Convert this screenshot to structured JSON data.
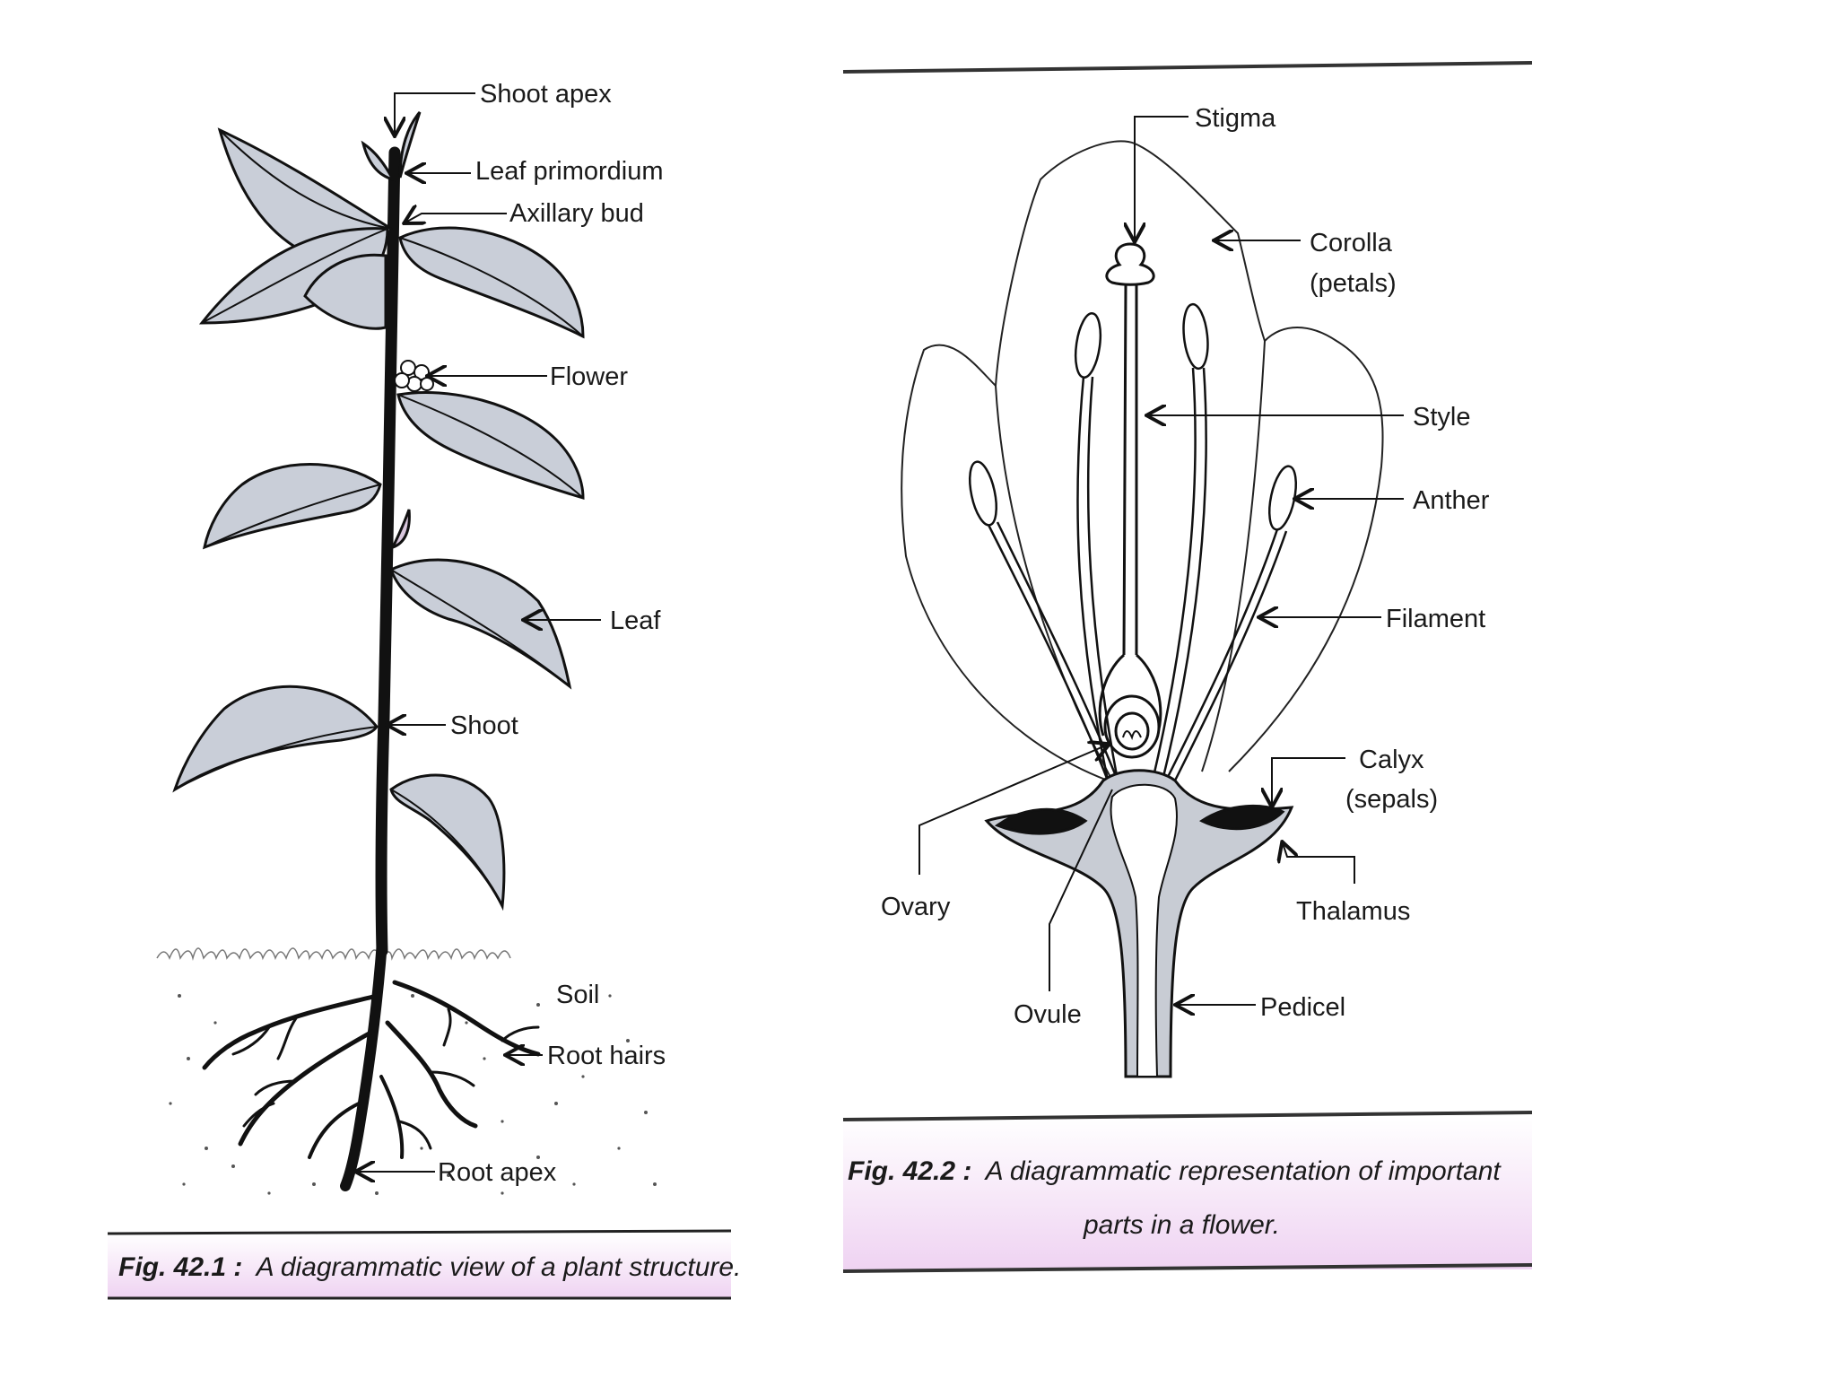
{
  "figures": {
    "plant": {
      "labels": {
        "shoot_apex": "Shoot apex",
        "leaf_primordium": "Leaf primordium",
        "axillary_bud": "Axillary bud",
        "flower": "Flower",
        "leaf": "Leaf",
        "shoot": "Shoot",
        "soil": "Soil",
        "root_hairs": "Root hairs",
        "root_apex": "Root apex"
      },
      "caption_fig": "Fig. 42.1 :",
      "caption_text": "A diagrammatic view of a plant structure."
    },
    "flower": {
      "labels": {
        "stigma": "Stigma",
        "corolla": "Corolla",
        "corolla_sub": "(petals)",
        "style": "Style",
        "anther": "Anther",
        "filament": "Filament",
        "calyx": "Calyx",
        "calyx_sub": "(sepals)",
        "ovary": "Ovary",
        "thalamus": "Thalamus",
        "ovule": "Ovule",
        "pedicel": "Pedicel"
      },
      "caption_fig": "Fig. 42.2 :",
      "caption_line1": "A diagrammatic representation of important",
      "caption_line2": "parts in a flower."
    }
  },
  "colors": {
    "leaf_fill": "#c9ced8",
    "ink": "#111111",
    "caption_band": "#f3dff4"
  }
}
